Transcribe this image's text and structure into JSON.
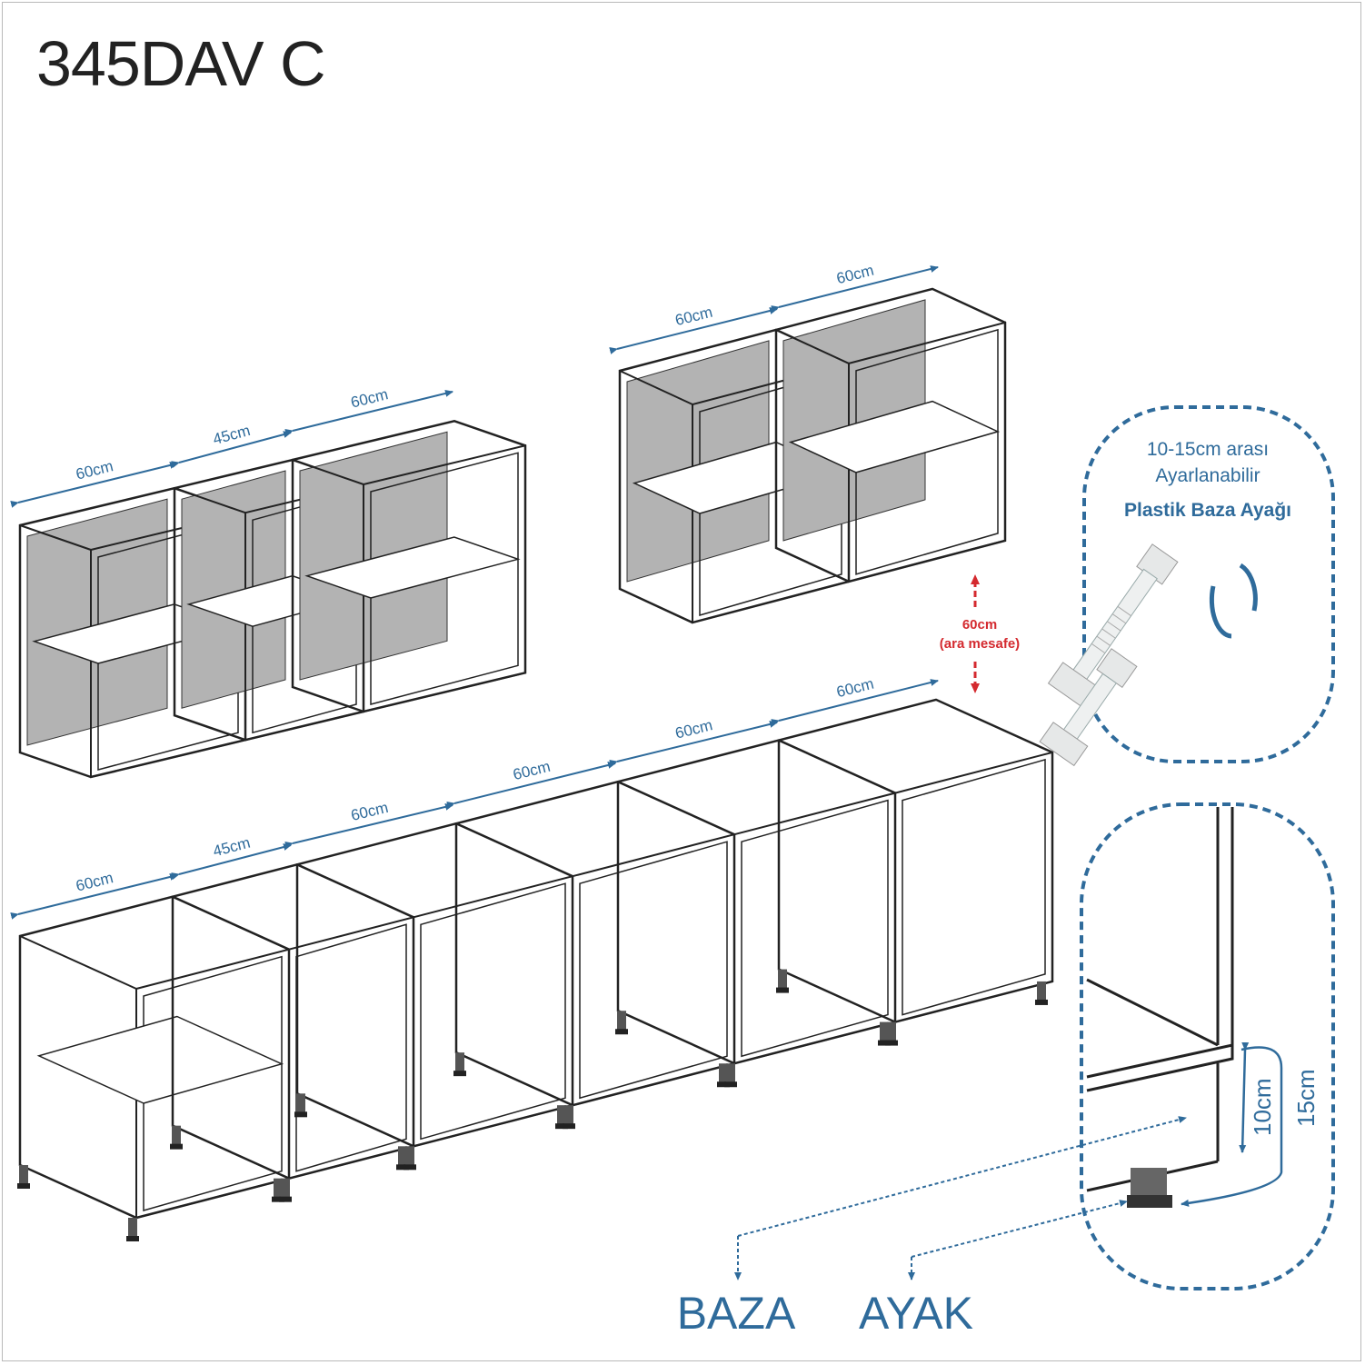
{
  "title": "345DAV C",
  "colors": {
    "accent": "#2f6b9b",
    "warning": "#d42a2f",
    "back_panel": "#b3b3b3"
  },
  "upper_left_dims": [
    "60cm",
    "45cm",
    "60cm"
  ],
  "upper_right_dims": [
    "60cm",
    "60cm"
  ],
  "base_dims": [
    "60cm",
    "45cm",
    "60cm",
    "60cm",
    "60cm",
    "60cm"
  ],
  "gap_note": {
    "value": "60cm",
    "label": "(ara mesafe)"
  },
  "foot_panel": {
    "line1": "10-15cm arası",
    "line2": "Ayarlanabilir",
    "heading": "Plastik Baza Ayağı"
  },
  "detail_panel": {
    "dim_short": "10cm",
    "dim_long": "15cm"
  },
  "labels": {
    "baza": "BAZA",
    "ayak": "AYAK"
  }
}
